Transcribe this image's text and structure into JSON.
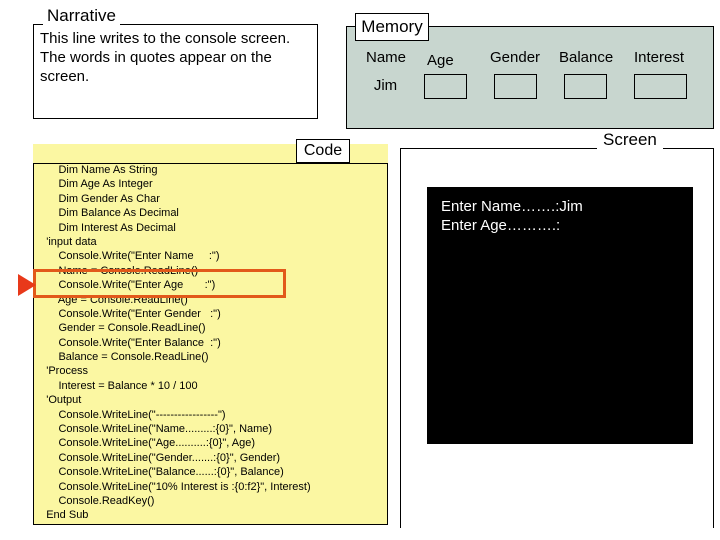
{
  "narrative": {
    "label": "Narrative",
    "text_line1": "This line writes to the console screen.",
    "text_line2": "The words in quotes appear on the",
    "text_line3": "screen."
  },
  "memory": {
    "label": "Memory",
    "columns": [
      "Name",
      "Age",
      "Gender",
      "Balance",
      "Interest"
    ],
    "values": [
      "Jim",
      "",
      "",
      "",
      ""
    ]
  },
  "code": {
    "label": "Code",
    "lines": [
      "        Dim Name As String",
      "        Dim Age As Integer",
      "        Dim Gender As Char",
      "        Dim Balance As Decimal",
      "        Dim Interest As Decimal",
      "    'input data",
      "        Console.Write(\"Enter Name     :\")",
      "        Name = Console.ReadLine()",
      "        Console.Write(\"Enter Age       :\")",
      "        Age = Console.ReadLine()",
      "        Console.Write(\"Enter Gender   :\")",
      "        Gender = Console.ReadLine()",
      "        Console.Write(\"Enter Balance  :\")",
      "        Balance = Console.ReadLine()",
      "    'Process",
      "        Interest = Balance * 10 / 100",
      "    'Output",
      "        Console.WriteLine(\"-----------------\")",
      "        Console.WriteLine(\"Name.........:{0}\", Name)",
      "        Console.WriteLine(\"Age..........:{0}\", Age)",
      "        Console.WriteLine(\"Gender.......:{0}\", Gender)",
      "        Console.WriteLine(\"Balance......:{0}\", Balance)",
      "        Console.WriteLine(\"10% Interest is :{0:f2}\", Interest)",
      "        Console.ReadKey()",
      "    End Sub"
    ]
  },
  "screen": {
    "label": "Screen",
    "lines": [
      "Enter Name…….:Jim",
      "Enter Age……….:"
    ]
  },
  "colors": {
    "memory_bg": "#c8d6cf",
    "code_bg": "#fbf7a2",
    "highlight": "#e2591a",
    "pointer": "#e8391a",
    "console_bg": "#000000",
    "console_text": "#ffffff"
  }
}
